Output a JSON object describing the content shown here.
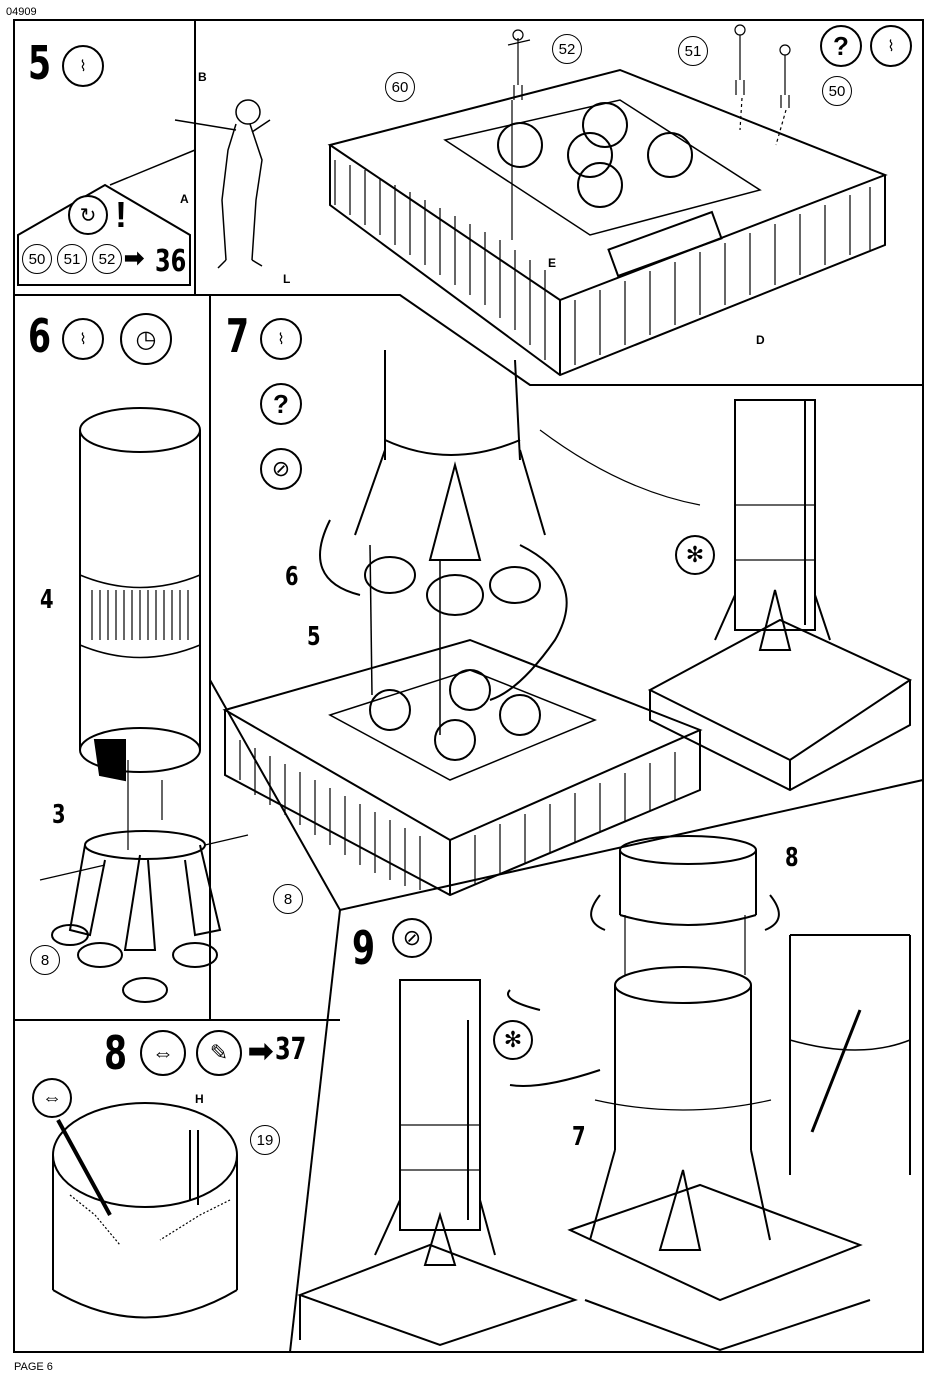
{
  "header": {
    "code": "04909"
  },
  "footer": {
    "page": "PAGE 6"
  },
  "steps": {
    "s5": {
      "number": "5",
      "callout_parts": [
        "50",
        "51",
        "52"
      ],
      "callout_ref": "36",
      "parts": [
        "52",
        "60",
        "51",
        "50"
      ],
      "flags": [
        "B",
        "A",
        "L",
        "E",
        "D"
      ]
    },
    "s6": {
      "number": "6",
      "parts_text": [
        "4",
        "3"
      ],
      "parts": [
        "8",
        "8"
      ]
    },
    "s7": {
      "number": "7",
      "parts_text": [
        "6",
        "5"
      ]
    },
    "s8": {
      "number": "8",
      "ref": "37",
      "parts": [
        "19"
      ],
      "flags": [
        "H"
      ]
    },
    "s9": {
      "number": "9",
      "parts_text": [
        "8",
        "7"
      ]
    }
  },
  "icons": [
    "glue-tube-icon",
    "clock-icon",
    "question-icon",
    "no-glue-icon",
    "exclamation-icon",
    "asterisk-icon",
    "sand-icon",
    "paint-brush-icon"
  ]
}
